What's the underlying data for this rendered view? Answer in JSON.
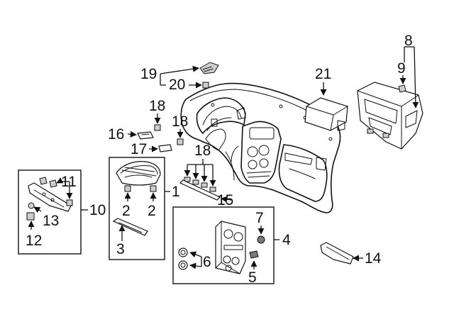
{
  "callouts": {
    "c1": "1",
    "c2a": "2",
    "c2b": "2",
    "c3": "3",
    "c4": "4",
    "c5": "5",
    "c6": "6",
    "c7": "7",
    "c8": "8",
    "c9": "9",
    "c10": "10",
    "c11": "11",
    "c12": "12",
    "c13": "13",
    "c14": "14",
    "c15": "15",
    "c16": "16",
    "c17": "17",
    "c18a": "18",
    "c18b": "18",
    "c18c": "18",
    "c19": "19",
    "c20": "20",
    "c21": "21"
  }
}
